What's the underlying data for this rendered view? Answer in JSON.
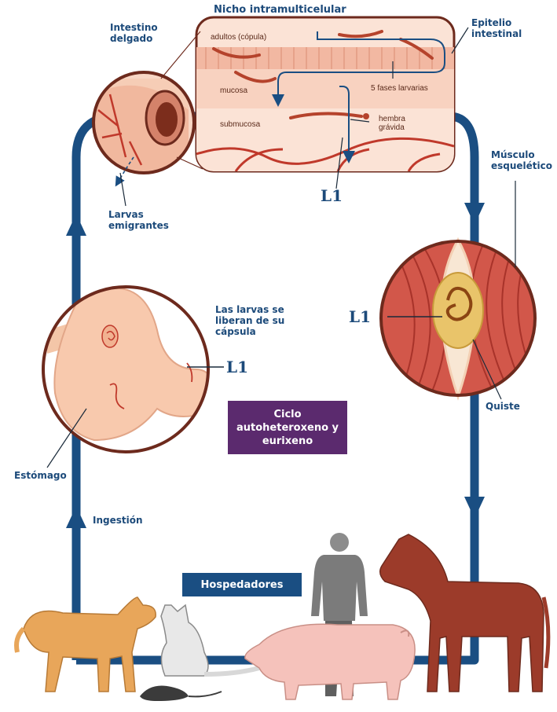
{
  "labels": {
    "nicho": "Nicho intramulticelular",
    "epitelio": "Epitelio intestinal",
    "intestino": "Intestino delgado",
    "adultos": "adultos (cópula)",
    "mucosa": "mucosa",
    "submucosa": "submucosa",
    "fases": "5 fases larvarias",
    "hembra": "hembra grávida",
    "l1_top": "L1",
    "larvas_emigrantes": "Larvas emigrantes",
    "musculo": "Músculo esquelético",
    "l1_muscle": "L1",
    "quiste": "Quiste",
    "liberan": "Las larvas se liberan de su cápsula",
    "l1_stomach": "L1",
    "estomago": "Estómago",
    "ingestion": "Ingestión",
    "ciclo": "Ciclo autoheteroxeno y eurixeno",
    "hospedadores": "Hospedadores"
  },
  "colors": {
    "cycle_arrow": "#1a4e82",
    "ciclo_box": "#5b2a6e",
    "hospedadores_box": "#1a4e82",
    "label_text": "#1c4a7a",
    "tissue": "#f7cdb8",
    "worm": "#b5432c",
    "muscle": "#c9473b"
  },
  "icons": [
    "intestine-cross-section",
    "muscle-cyst",
    "stomach",
    "dog",
    "cat",
    "rat",
    "pig",
    "human",
    "horse"
  ]
}
